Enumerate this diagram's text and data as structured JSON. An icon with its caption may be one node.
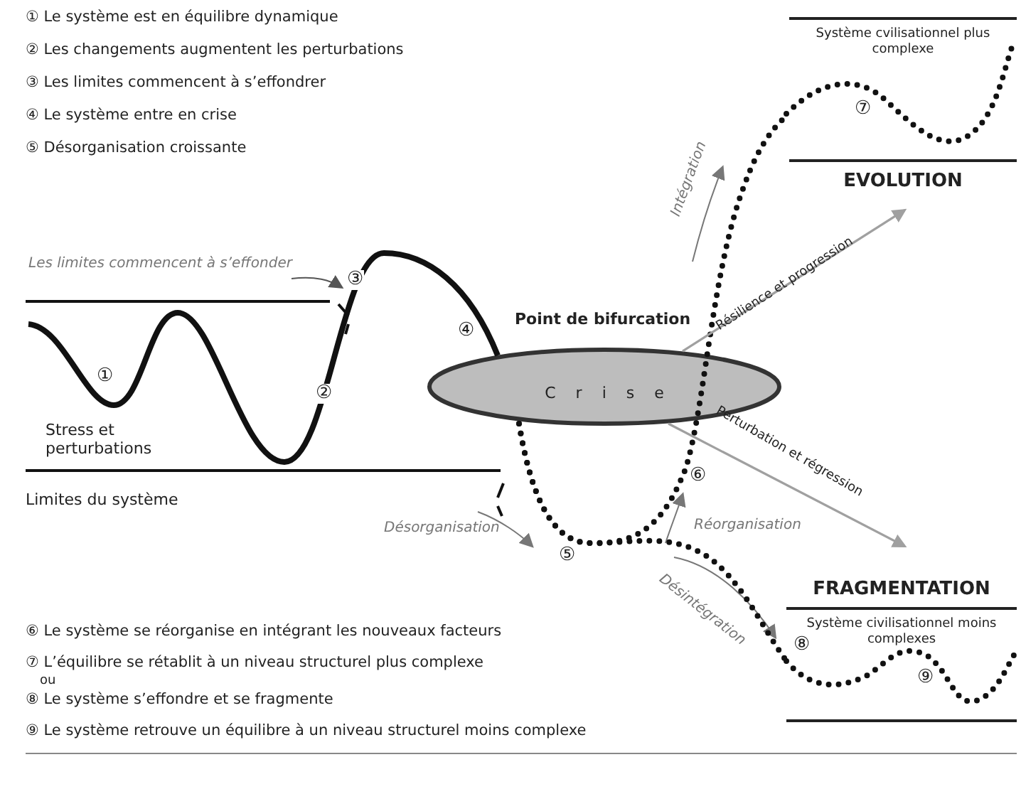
{
  "diagram": {
    "nodes": [
      {
        "text": [
          "Crise"
        ],
        "beside": [
          "Point de bifurcation"
        ]
      },
      {
        "text": [
          "Système cvilisationnel plus complexe",
          "EVOLUTION"
        ]
      },
      {
        "text": [
          "FRAGMENTATION",
          "Système civilisationnel moins complexes"
        ]
      }
    ],
    "edges": [
      {
        "from": null,
        "to": 0,
        "arrow": "none"
      },
      {
        "from": 0,
        "to": 1,
        "arrow": "none",
        "style": "dashed"
      },
      {
        "from": 0,
        "to": 2,
        "arrow": "none",
        "style": "dashed"
      },
      {
        "from": 0,
        "to": 1,
        "arrow": "to",
        "label": "Résilience et progression",
        "color": "#a0a0a0"
      },
      {
        "from": 0,
        "to": 2,
        "arrow": "to",
        "label": "Perturbation et régression",
        "color": "#a0a0a0"
      }
    ],
    "labels": [
      "① Le système est en équilibre dynamique",
      "② Les changements augmentent les perturbations",
      "③ Les limites commencent à s’effondrer",
      "④ Le système entre en crise",
      "⑤ Désorganisation croissante",
      "Les limites commencent à s’effonder",
      "③",
      "④",
      "①",
      "②",
      "Stress et perturbations",
      "Limites du système",
      "Intégration",
      "⑦",
      "Désorganisation",
      "⑤",
      "⑥",
      "Réorganisation",
      "Désintégration",
      "⑧",
      "⑨",
      "⑥ Le système se réorganise en intégrant les nouveaux facteurs",
      "⑦ L’équilibre se rétablit à un niveau structurel plus complexe",
      "ou",
      "⑧ Le système s’effondre et se fragmente",
      "⑨ Le système  retrouve un équilibre à un niveau structurel moins complexe"
    ]
  }
}
